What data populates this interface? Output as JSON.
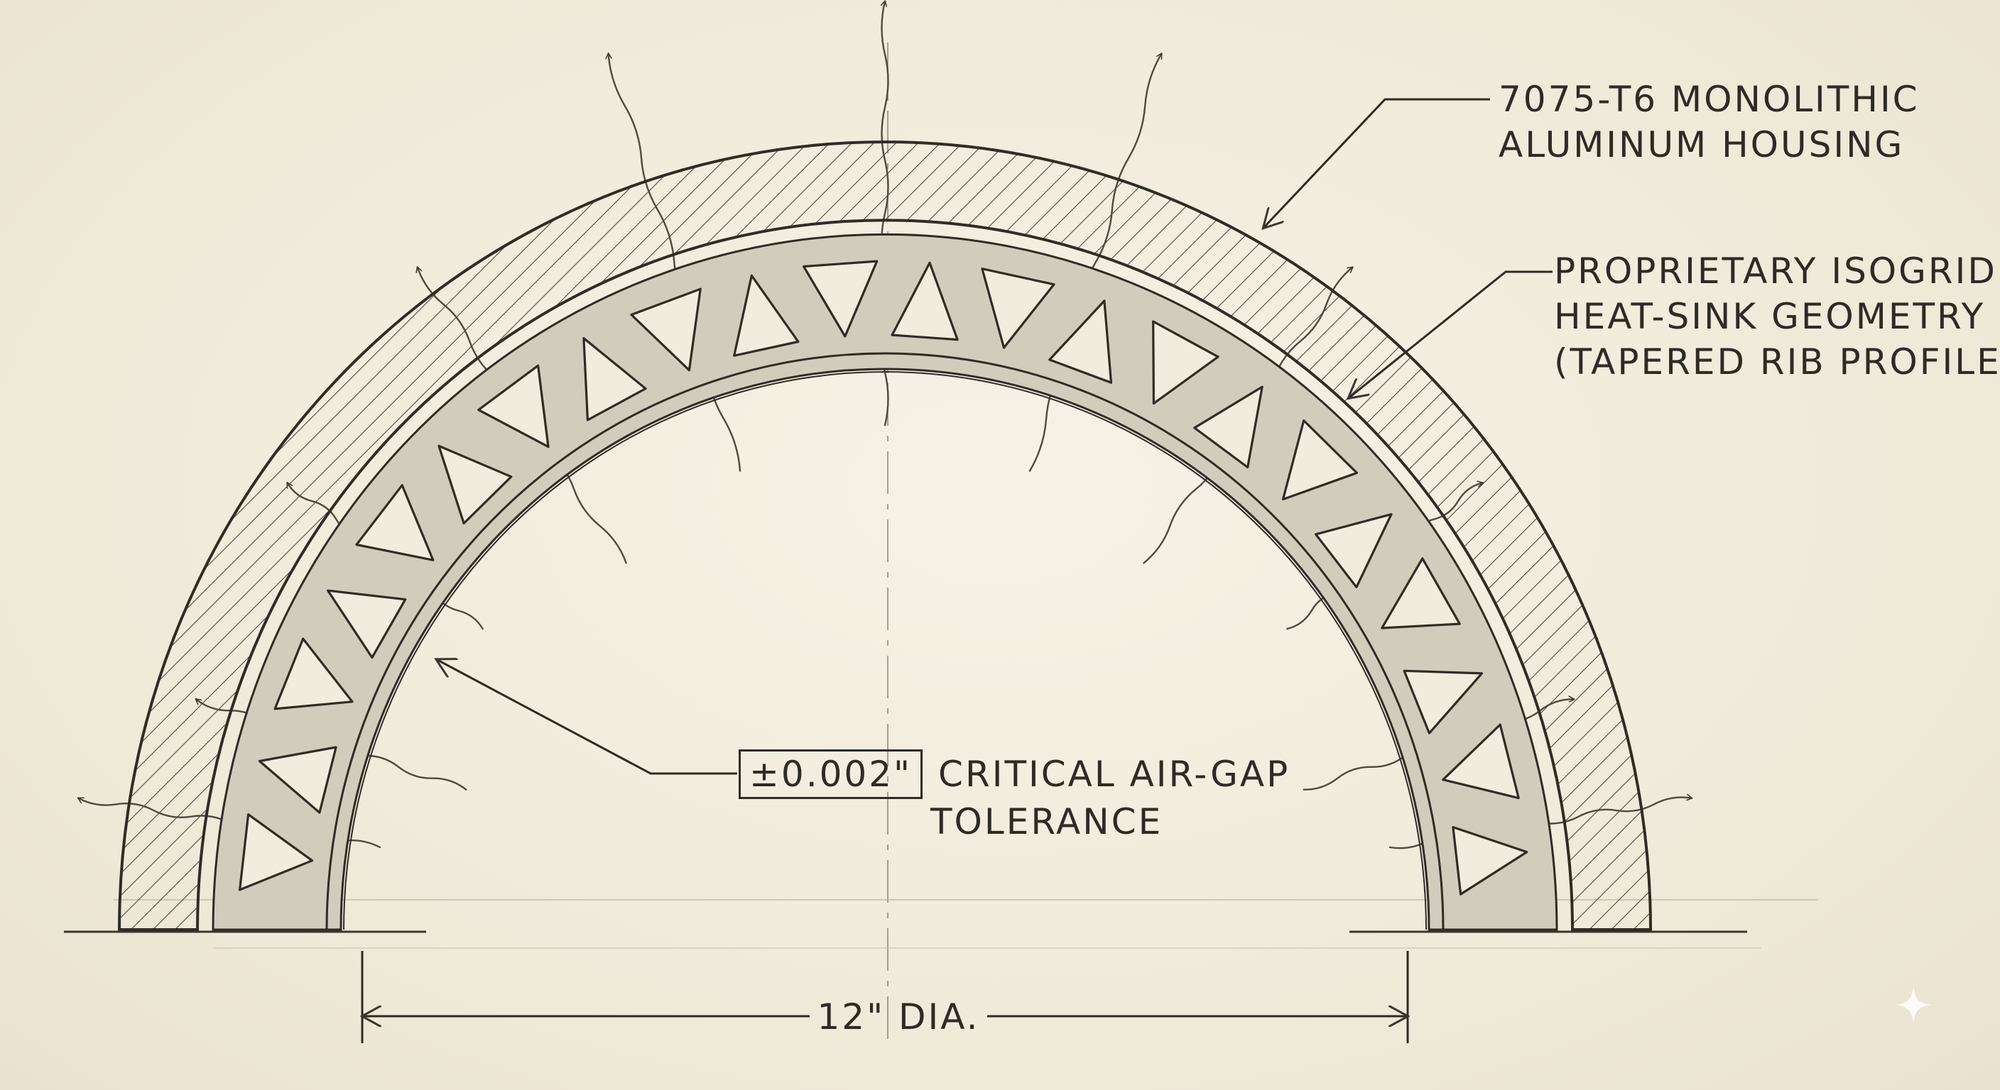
{
  "callouts": {
    "housing": {
      "line1": "7075-T6 MONOLITHIC",
      "line2": "ALUMINUM HOUSING"
    },
    "isogrid": {
      "line1": "PROPRIETARY ISOGRID",
      "line2": "HEAT-SINK GEOMETRY",
      "line3": "(TAPERED RIB PROFILE)"
    },
    "tolerance": {
      "value": "±0.002\"",
      "line1": "CRITICAL AIR-GAP",
      "line2": "TOLERANCE"
    }
  },
  "dimension": {
    "label": "12\" DIA."
  },
  "style": {
    "ink": "#3a3630",
    "paper": "#f3eedf",
    "hatch": "#4a463e"
  },
  "icons": {
    "corner_mark": "sparkle-icon"
  }
}
